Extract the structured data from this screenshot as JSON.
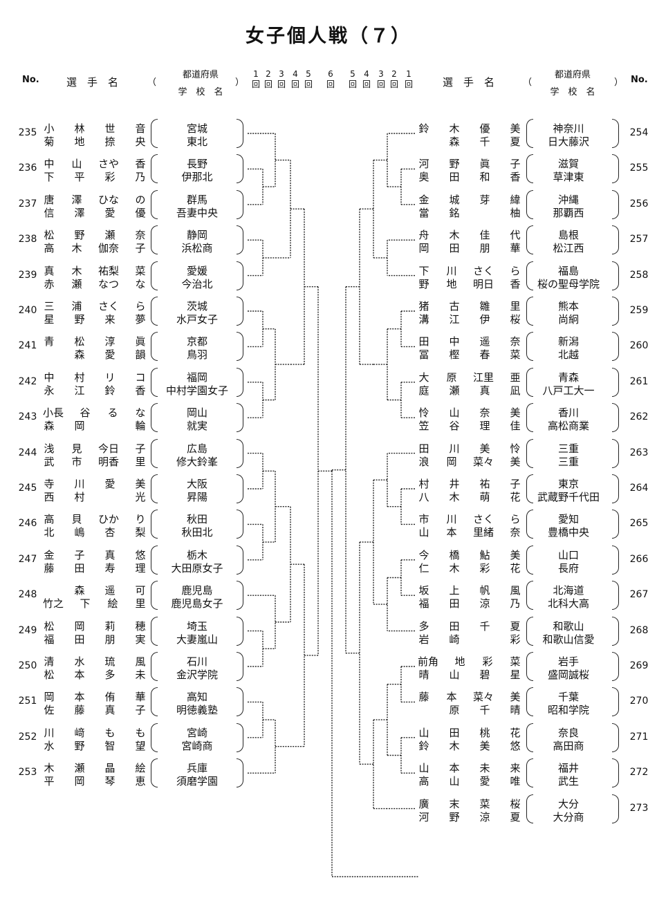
{
  "title": "女子個人戦（７）",
  "headers": {
    "no": "No.",
    "player_name": "選　手　名",
    "open_paren": "（",
    "close_paren": "）",
    "pref_line1": "都道府県",
    "pref_line2": "学　校　名",
    "rounds_left": [
      [
        "1",
        "回"
      ],
      [
        "2",
        "回"
      ],
      [
        "3",
        "回"
      ],
      [
        "4",
        "回"
      ],
      [
        "5",
        "回"
      ],
      [
        "6",
        "回"
      ]
    ],
    "rounds_right": [
      [
        "5",
        "回"
      ],
      [
        "4",
        "回"
      ],
      [
        "3",
        "回"
      ],
      [
        "2",
        "回"
      ],
      [
        "1",
        "回"
      ]
    ]
  },
  "left": [
    {
      "no": "235",
      "n1": [
        "小",
        "林",
        "世",
        "音"
      ],
      "n2": [
        "菊",
        "地",
        "捺",
        "央"
      ],
      "pref": "宮城",
      "school": "東北"
    },
    {
      "no": "236",
      "n1": [
        "中",
        "山",
        "さや",
        "香"
      ],
      "n2": [
        "下",
        "平",
        "彩",
        "乃"
      ],
      "pref": "長野",
      "school": "伊那北"
    },
    {
      "no": "237",
      "n1": [
        "唐",
        "澤",
        "ひな",
        "の"
      ],
      "n2": [
        "信",
        "澤",
        "愛",
        "優"
      ],
      "pref": "群馬",
      "school": "吾妻中央"
    },
    {
      "no": "238",
      "n1": [
        "松",
        "野",
        "瀬",
        "奈"
      ],
      "n2": [
        "高",
        "木",
        "伽奈",
        "子"
      ],
      "pref": "静岡",
      "school": "浜松商"
    },
    {
      "no": "239",
      "n1": [
        "真",
        "木",
        "祐梨",
        "菜"
      ],
      "n2": [
        "赤",
        "瀬",
        "なつ",
        "な"
      ],
      "pref": "愛媛",
      "school": "今治北"
    },
    {
      "no": "240",
      "n1": [
        "三",
        "浦",
        "さく",
        "ら"
      ],
      "n2": [
        "星",
        "野",
        "来",
        "夢"
      ],
      "pref": "茨城",
      "school": "水戸女子"
    },
    {
      "no": "241",
      "n1": [
        "青",
        "松",
        "淳",
        "眞"
      ],
      "n2": [
        "",
        "森",
        "愛",
        "韻"
      ],
      "pref": "京都",
      "school": "鳥羽"
    },
    {
      "no": "242",
      "n1": [
        "中",
        "村",
        "リ",
        "コ"
      ],
      "n2": [
        "永",
        "江",
        "鈴",
        "香"
      ],
      "pref": "福岡",
      "school": "中村学園女子"
    },
    {
      "no": "243",
      "n1": [
        "小長",
        "谷",
        "る",
        "な"
      ],
      "n2": [
        "森",
        "岡",
        "",
        "輪"
      ],
      "pref": "岡山",
      "school": "就実"
    },
    {
      "no": "244",
      "n1": [
        "浅",
        "見",
        "今日",
        "子"
      ],
      "n2": [
        "武",
        "市",
        "明香",
        "里"
      ],
      "pref": "広島",
      "school": "修大鈴峯"
    },
    {
      "no": "245",
      "n1": [
        "寺",
        "川",
        "愛",
        "美"
      ],
      "n2": [
        "西",
        "村",
        "",
        "光"
      ],
      "pref": "大阪",
      "school": "昇陽"
    },
    {
      "no": "246",
      "n1": [
        "高",
        "貝",
        "ひか",
        "り"
      ],
      "n2": [
        "北",
        "嶋",
        "杏",
        "梨"
      ],
      "pref": "秋田",
      "school": "秋田北"
    },
    {
      "no": "247",
      "n1": [
        "金",
        "子",
        "真",
        "悠"
      ],
      "n2": [
        "藤",
        "田",
        "寿",
        "理"
      ],
      "pref": "栃木",
      "school": "大田原女子"
    },
    {
      "no": "248",
      "n1": [
        "",
        "森",
        "遥",
        "可"
      ],
      "n2": [
        "竹之",
        "下",
        "絵",
        "里"
      ],
      "pref": "鹿児島",
      "school": "鹿児島女子"
    },
    {
      "no": "249",
      "n1": [
        "松",
        "岡",
        "莉",
        "穂"
      ],
      "n2": [
        "福",
        "田",
        "朋",
        "実"
      ],
      "pref": "埼玉",
      "school": "大妻嵐山"
    },
    {
      "no": "250",
      "n1": [
        "清",
        "水",
        "琉",
        "風"
      ],
      "n2": [
        "松",
        "本",
        "多",
        "未"
      ],
      "pref": "石川",
      "school": "金沢学院"
    },
    {
      "no": "251",
      "n1": [
        "岡",
        "本",
        "侑",
        "華"
      ],
      "n2": [
        "佐",
        "藤",
        "真",
        "子"
      ],
      "pref": "高知",
      "school": "明徳義塾"
    },
    {
      "no": "252",
      "n1": [
        "川",
        "﨑",
        "も",
        "も"
      ],
      "n2": [
        "水",
        "野",
        "智",
        "望"
      ],
      "pref": "宮崎",
      "school": "宮崎商"
    },
    {
      "no": "253",
      "n1": [
        "木",
        "瀬",
        "晶",
        "絵"
      ],
      "n2": [
        "平",
        "岡",
        "琴",
        "恵"
      ],
      "pref": "兵庫",
      "school": "須磨学園"
    }
  ],
  "right": [
    {
      "no": "254",
      "n1": [
        "鈴",
        "木",
        "優",
        "美"
      ],
      "n2": [
        "",
        "森",
        "千",
        "夏"
      ],
      "pref": "神奈川",
      "school": "日大藤沢"
    },
    {
      "no": "255",
      "n1": [
        "河",
        "野",
        "眞",
        "子"
      ],
      "n2": [
        "奥",
        "田",
        "和",
        "香"
      ],
      "pref": "滋賀",
      "school": "草津東"
    },
    {
      "no": "256",
      "n1": [
        "金",
        "城",
        "芽",
        "緯"
      ],
      "n2": [
        "當",
        "銘",
        "",
        "柚"
      ],
      "pref": "沖縄",
      "school": "那覇西"
    },
    {
      "no": "257",
      "n1": [
        "舟",
        "木",
        "佳",
        "代"
      ],
      "n2": [
        "岡",
        "田",
        "朋",
        "華"
      ],
      "pref": "島根",
      "school": "松江西"
    },
    {
      "no": "258",
      "n1": [
        "下",
        "川",
        "さく",
        "ら"
      ],
      "n2": [
        "野",
        "地",
        "明日",
        "香"
      ],
      "pref": "福島",
      "school": "桜の聖母学院"
    },
    {
      "no": "259",
      "n1": [
        "猪",
        "古",
        "雛",
        "里"
      ],
      "n2": [
        "溝",
        "江",
        "伊",
        "桜"
      ],
      "pref": "熊本",
      "school": "尚絅"
    },
    {
      "no": "260",
      "n1": [
        "田",
        "中",
        "遥",
        "奈"
      ],
      "n2": [
        "冨",
        "樫",
        "春",
        "菜"
      ],
      "pref": "新潟",
      "school": "北越"
    },
    {
      "no": "261",
      "n1": [
        "大",
        "原",
        "江里",
        "亜"
      ],
      "n2": [
        "庭",
        "瀬",
        "真",
        "凪"
      ],
      "pref": "青森",
      "school": "八戸工大一"
    },
    {
      "no": "262",
      "n1": [
        "怜",
        "山",
        "奈",
        "美"
      ],
      "n2": [
        "笠",
        "谷",
        "理",
        "佳"
      ],
      "pref": "香川",
      "school": "高松商業"
    },
    {
      "no": "263",
      "n1": [
        "田",
        "川",
        "美",
        "怜"
      ],
      "n2": [
        "浪",
        "岡",
        "菜々",
        "美"
      ],
      "pref": "三重",
      "school": "三重"
    },
    {
      "no": "264",
      "n1": [
        "村",
        "井",
        "祐",
        "子"
      ],
      "n2": [
        "八",
        "木",
        "萌",
        "花"
      ],
      "pref": "東京",
      "school": "武蔵野千代田"
    },
    {
      "no": "265",
      "n1": [
        "市",
        "川",
        "さく",
        "ら"
      ],
      "n2": [
        "山",
        "本",
        "里緒",
        "奈"
      ],
      "pref": "愛知",
      "school": "豊橋中央"
    },
    {
      "no": "266",
      "n1": [
        "今",
        "橋",
        "鮎",
        "美"
      ],
      "n2": [
        "仁",
        "木",
        "彩",
        "花"
      ],
      "pref": "山口",
      "school": "長府"
    },
    {
      "no": "267",
      "n1": [
        "坂",
        "上",
        "帆",
        "風"
      ],
      "n2": [
        "福",
        "田",
        "涼",
        "乃"
      ],
      "pref": "北海道",
      "school": "北科大高"
    },
    {
      "no": "268",
      "n1": [
        "多",
        "田",
        "千",
        "夏"
      ],
      "n2": [
        "岩",
        "崎",
        "",
        "彩"
      ],
      "pref": "和歌山",
      "school": "和歌山信愛"
    },
    {
      "no": "269",
      "n1": [
        "前角",
        "地",
        "彩",
        "菜"
      ],
      "n2": [
        "晴",
        "山",
        "碧",
        "星"
      ],
      "pref": "岩手",
      "school": "盛岡誠桜"
    },
    {
      "no": "270",
      "n1": [
        "藤",
        "本",
        "菜々",
        "美"
      ],
      "n2": [
        "",
        "原",
        "千",
        "晴"
      ],
      "pref": "千葉",
      "school": "昭和学院"
    },
    {
      "no": "271",
      "n1": [
        "山",
        "田",
        "桃",
        "花"
      ],
      "n2": [
        "鈴",
        "木",
        "美",
        "悠"
      ],
      "pref": "奈良",
      "school": "高田商"
    },
    {
      "no": "272",
      "n1": [
        "山",
        "本",
        "未",
        "来"
      ],
      "n2": [
        "高",
        "山",
        "愛",
        "唯"
      ],
      "pref": "福井",
      "school": "武生"
    },
    {
      "no": "273",
      "n1": [
        "廣",
        "末",
        "菜",
        "桜"
      ],
      "n2": [
        "河",
        "野",
        "涼",
        "夏"
      ],
      "pref": "大分",
      "school": "大分商"
    }
  ]
}
